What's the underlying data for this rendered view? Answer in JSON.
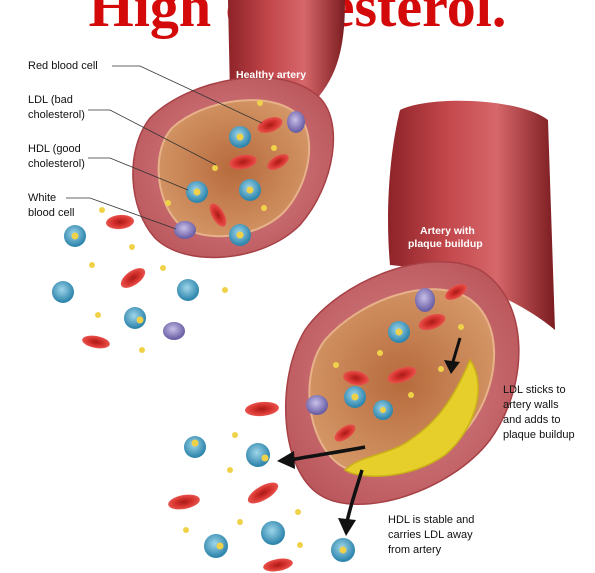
{
  "title": "High cholesterol.",
  "labels": {
    "red_blood_cell": "Red blood cell",
    "ldl_line1": "LDL (bad",
    "ldl_line2": "cholesterol)",
    "hdl_line1": "HDL (good",
    "hdl_line2": "cholesterol)",
    "wbc_line1": "White",
    "wbc_line2": "blood cell",
    "healthy_artery": "Healthy artery",
    "plaque_line1": "Artery with",
    "plaque_line2": "plaque buildup",
    "ldl_sticks_1": "LDL sticks to",
    "ldl_sticks_2": "artery walls",
    "ldl_sticks_3": "and adds to",
    "ldl_sticks_4": "plaque buildup",
    "hdl_stable_1": "HDL is stable and",
    "hdl_stable_2": "carries LDL away",
    "hdl_stable_3": "from artery"
  },
  "colors": {
    "title": "#d40a0a",
    "artery_wall": "#c9696b",
    "artery_lumen": "#c98550",
    "plaque": "#e6cf2a",
    "red_cell": "#d6322e",
    "hdl": "#4fa6c8",
    "ldl": "#f0d24a",
    "white_cell": "#9a90c8"
  }
}
